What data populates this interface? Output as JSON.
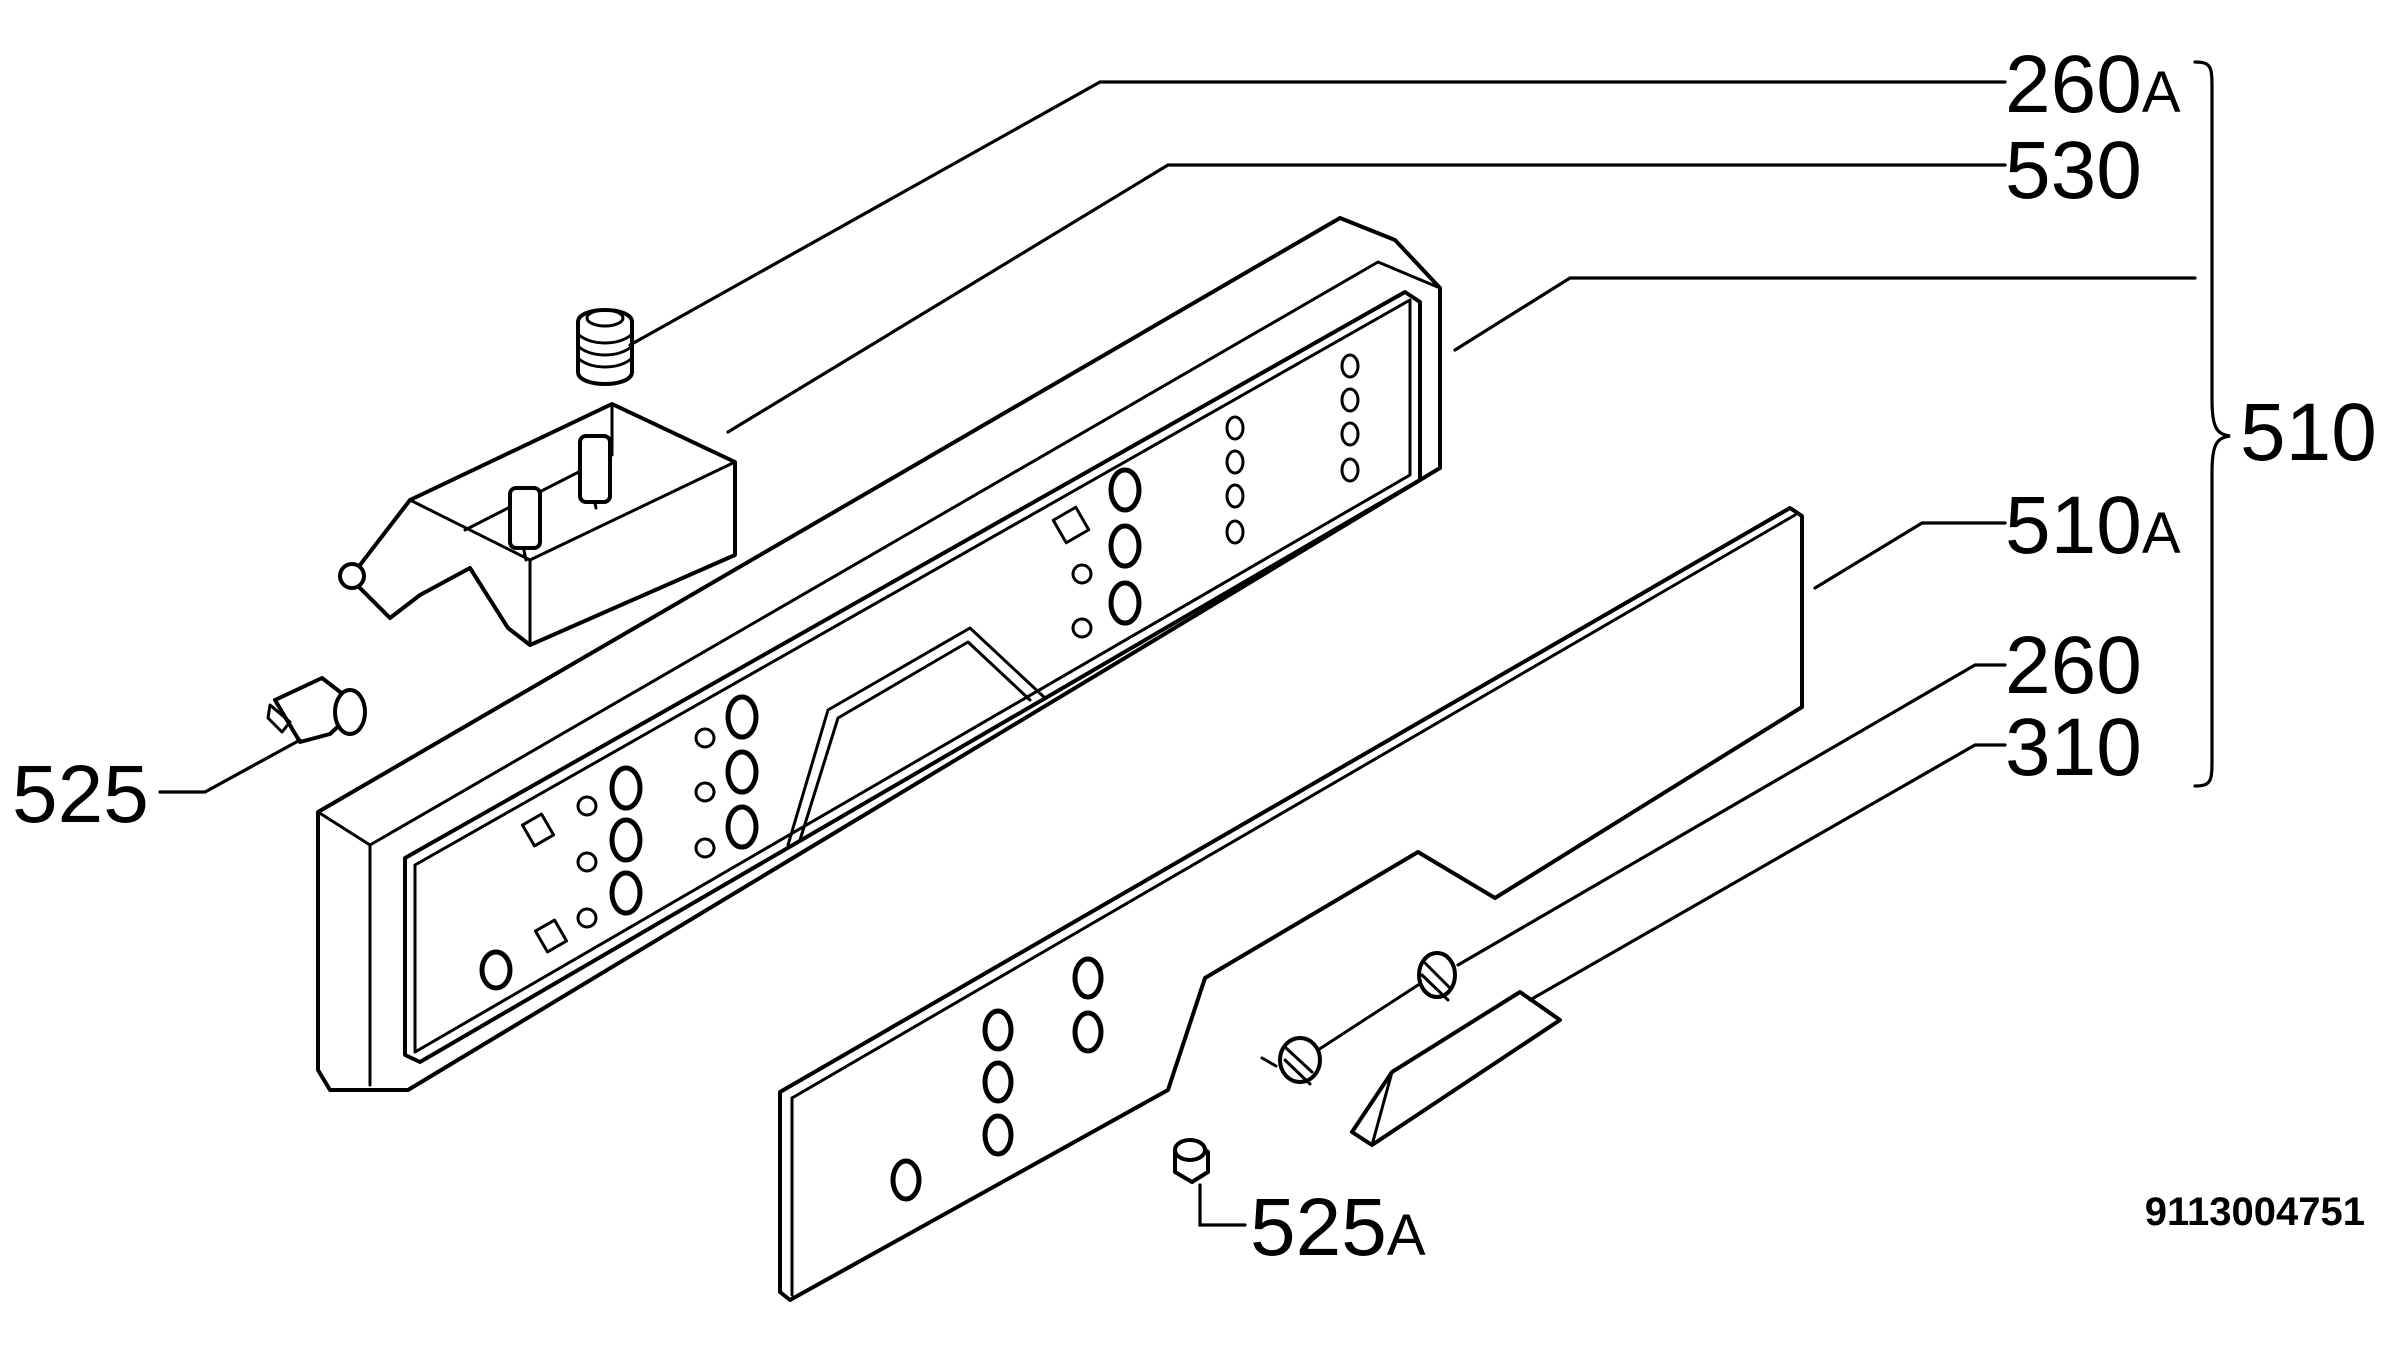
{
  "labels": {
    "l260a": {
      "num": "260",
      "suffix": "A"
    },
    "l530": {
      "num": "530",
      "suffix": ""
    },
    "l510": {
      "num": "510",
      "suffix": ""
    },
    "l510a": {
      "num": "510",
      "suffix": "A"
    },
    "l260": {
      "num": "260",
      "suffix": ""
    },
    "l310": {
      "num": "310",
      "suffix": ""
    },
    "l525": {
      "num": "525",
      "suffix": ""
    },
    "l525a": {
      "num": "525",
      "suffix": "A"
    }
  },
  "document_id": "9113004751",
  "colors": {
    "ink": "#000000",
    "paper": "#ffffff"
  }
}
